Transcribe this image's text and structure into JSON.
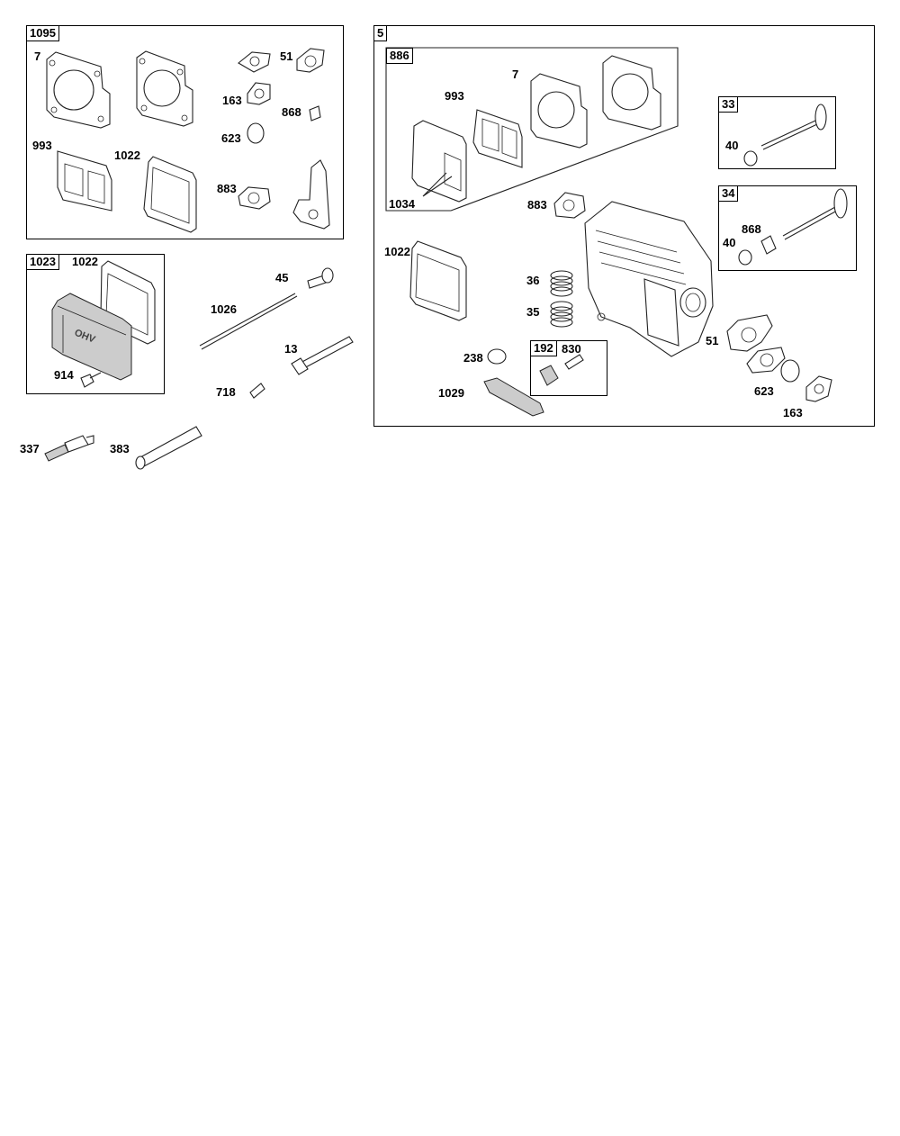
{
  "kits": {
    "k1095": "1095",
    "k1023": "1023",
    "k5": "5",
    "k886": "886",
    "k33": "33",
    "k34": "34",
    "k192": "192"
  },
  "callouts": {
    "a_7": "7",
    "a_993": "993",
    "a_1022": "1022",
    "a_51": "51",
    "a_163": "163",
    "a_868": "868",
    "a_623": "623",
    "a_883": "883",
    "b_1022": "1022",
    "b_914": "914",
    "c_45": "45",
    "c_1026": "1026",
    "c_13": "13",
    "c_718": "718",
    "c_337": "337",
    "c_383": "383",
    "d_993": "993",
    "d_7": "7",
    "d_1034": "1034",
    "d_883": "883",
    "d_1022": "1022",
    "d_36": "36",
    "d_35": "35",
    "d_238": "238",
    "d_1029": "1029",
    "d_830": "830",
    "d_51": "51",
    "d_623": "623",
    "d_163": "163",
    "e_40": "40",
    "f_868": "868",
    "f_40": "40"
  },
  "cover_text": "OHV"
}
